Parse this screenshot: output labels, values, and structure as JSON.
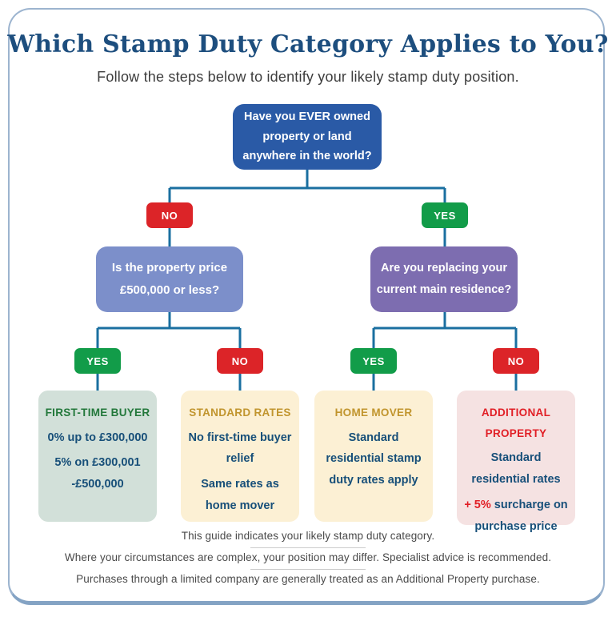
{
  "header": {
    "title": "Which Stamp Duty Category Applies to You?",
    "subtitle": "Follow the steps below to identify your likely stamp duty position."
  },
  "flow": {
    "root_question": "Have you EVER owned property or land anywhere in the world?",
    "labels": {
      "yes": "YES",
      "no": "NO"
    },
    "left_question": "Is the property price £500,000 or less?",
    "right_question": "Are you replacing your current main residence?",
    "outcomes": [
      {
        "title": "FIRST-TIME BUYER",
        "lines": [
          "0% up to £300,000",
          "5% on £300,001",
          "-£500,000"
        ]
      },
      {
        "title": "STANDARD RATES",
        "lines": [
          "No first-time buyer relief",
          "Same rates as home mover"
        ]
      },
      {
        "title": "HOME MOVER",
        "lines": [
          "Standard residential stamp duty rates apply"
        ]
      },
      {
        "title": "ADDITIONAL PROPERTY",
        "lines": [
          "Standard residential rates"
        ],
        "surcharge_highlight": "+ 5%",
        "surcharge_rest": " surcharge on purchase price"
      }
    ]
  },
  "footer": {
    "lines": [
      "This guide indicates your likely stamp duty category.",
      "Where your circumstances are complex, your position may differ. Specialist advice is recommended.",
      "Purchases through a limited company are generally treated as an Additional Property purchase."
    ]
  },
  "colors": {
    "title": "#1d4e7e",
    "subtitle_text": "#3d3d3d",
    "card_border": "#9cb4cf",
    "card_border_bottom": "#84a3c4",
    "line": "#1a6fa0",
    "root_box": "#2a5aa6",
    "mid_left": "#7c8fca",
    "mid_right": "#7d6db0",
    "yes": "#129c49",
    "no": "#dc2428",
    "navy": "#174f79",
    "mint_bg": "#d2e0d9",
    "mint_title": "#23783b",
    "cream_bg": "#fcf0d4",
    "cream_title": "#c1952e",
    "pink_bg": "#f5e2e2",
    "pink_title": "#e11f26",
    "footer_text": "#4a4a4a",
    "divider": "#cccccc"
  }
}
